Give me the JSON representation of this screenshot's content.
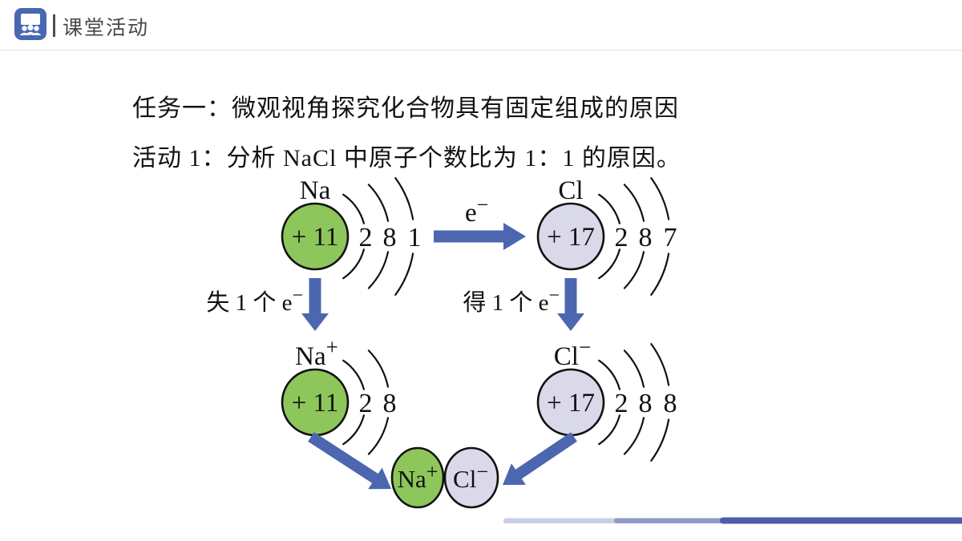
{
  "header": {
    "title": "课堂活动"
  },
  "titles": {
    "task": "任务一：微观视角探究化合物具有固定组成的原因",
    "activity": "活动 1：分析 NaCl 中原子个数比为 1：1 的原因。"
  },
  "species": {
    "na_atom": {
      "name": "Na",
      "nucleus": "+ 11",
      "shells": [
        "2",
        "8",
        "1"
      ]
    },
    "cl_atom": {
      "name": "Cl",
      "nucleus": "+ 17",
      "shells": [
        "2",
        "8",
        "7"
      ]
    },
    "na_ion": {
      "name": "Na",
      "charge": "+",
      "nucleus": "+ 11",
      "shells": [
        "2",
        "8"
      ]
    },
    "cl_ion": {
      "name": "Cl",
      "charge": "−",
      "nucleus": "+ 17",
      "shells": [
        "2",
        "8",
        "8"
      ]
    }
  },
  "labels": {
    "electron_base": "e",
    "electron_sup": "−",
    "lose_base": "失 1 个 e",
    "lose_sup": "−",
    "gain_base": "得 1 个 e",
    "gain_sup": "−"
  },
  "product": {
    "na_name": "Na",
    "na_charge": "+",
    "cl_name": "Cl",
    "cl_charge": "−"
  },
  "colors": {
    "sodium_fill": "#8dc65a",
    "chloride_fill": "#d9d9ea",
    "sodium_label": "#22a34f",
    "chloride_label": "#4a589e",
    "arrow_blue": "#4c67af",
    "icon_blue": "#4769b3",
    "footer_light": "#c7cfe5",
    "footer_medium": "#8e9bc8",
    "footer_dark": "#4b5ea9"
  }
}
